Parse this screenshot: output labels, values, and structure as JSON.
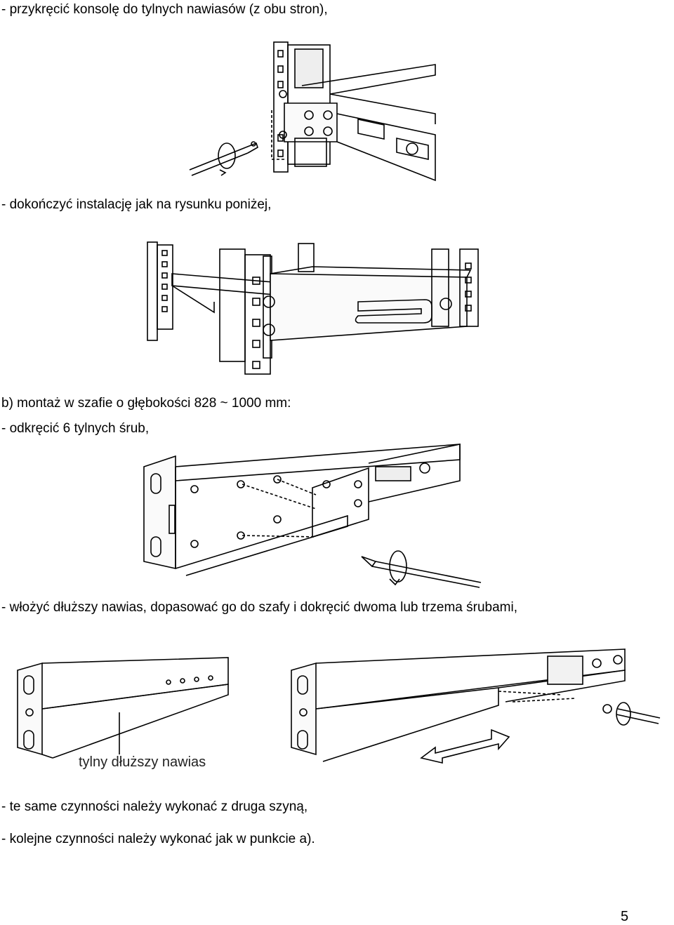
{
  "lines": [
    "- przykręcić konsolę do tylnych nawiasów (z obu stron),",
    "- dokończyć instalację jak na rysunku poniżej,",
    "b) montaż w szafie o głębokości 828 ~ 1000 mm:",
    "- odkręcić 6 tylnych śrub,",
    "- włożyć dłuższy nawias, dopasować go do szafy i dokręcić dwoma lub trzema śrubami,",
    "- te same czynności należy wykonać z druga szyną,",
    "- kolejne czynności należy wykonać jak w punkcie a)."
  ],
  "figure_label": "tylny dłuższy nawias",
  "page_number": "5"
}
